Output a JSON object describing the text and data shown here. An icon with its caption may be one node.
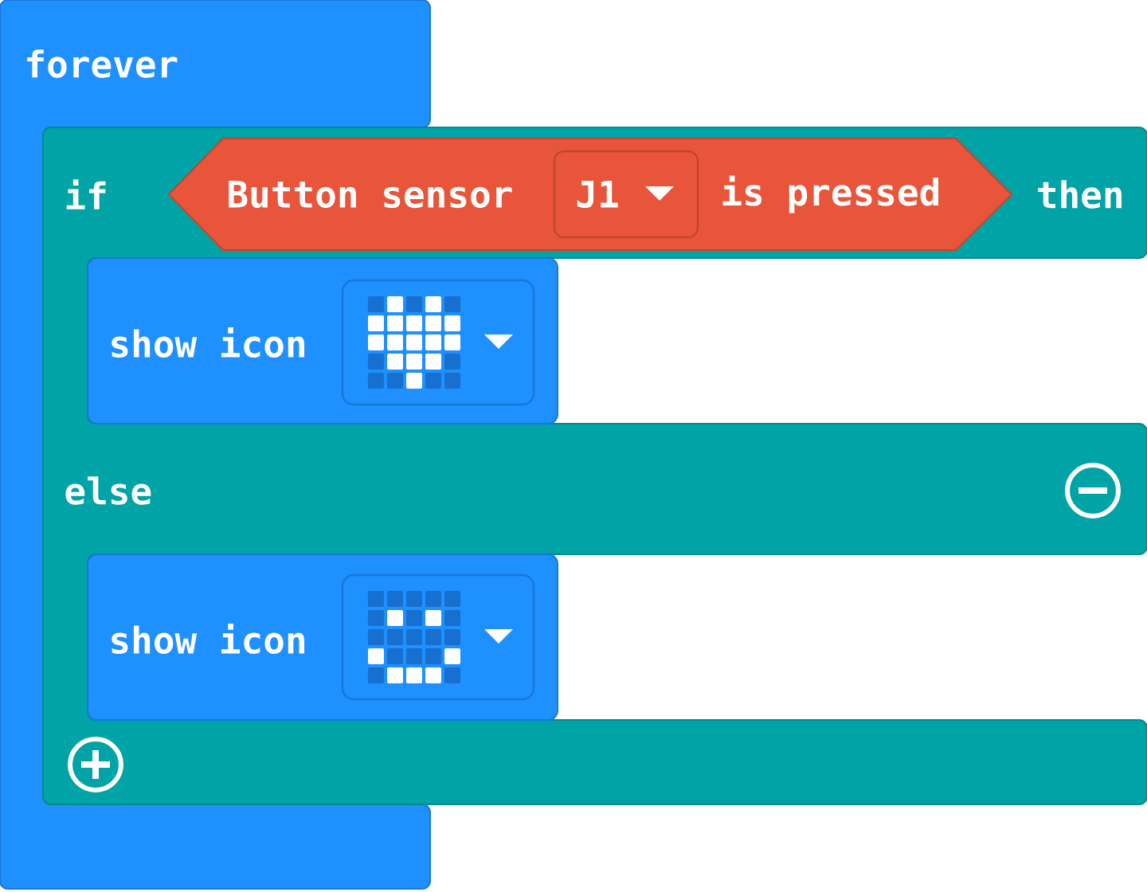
{
  "diagram": {
    "nodes": [
      {
        "text": [
          "forever"
        ]
      },
      {
        "text": [
          "if",
          "then",
          "else"
        ]
      },
      {
        "text": [
          "Button sensor",
          "is pressed"
        ],
        "in": 1
      },
      {
        "text": [
          "J1"
        ],
        "in": 2
      },
      {
        "text": [
          "show icon"
        ],
        "in": 1
      },
      {
        "text": [
          "show icon"
        ],
        "in": 1
      }
    ]
  }
}
